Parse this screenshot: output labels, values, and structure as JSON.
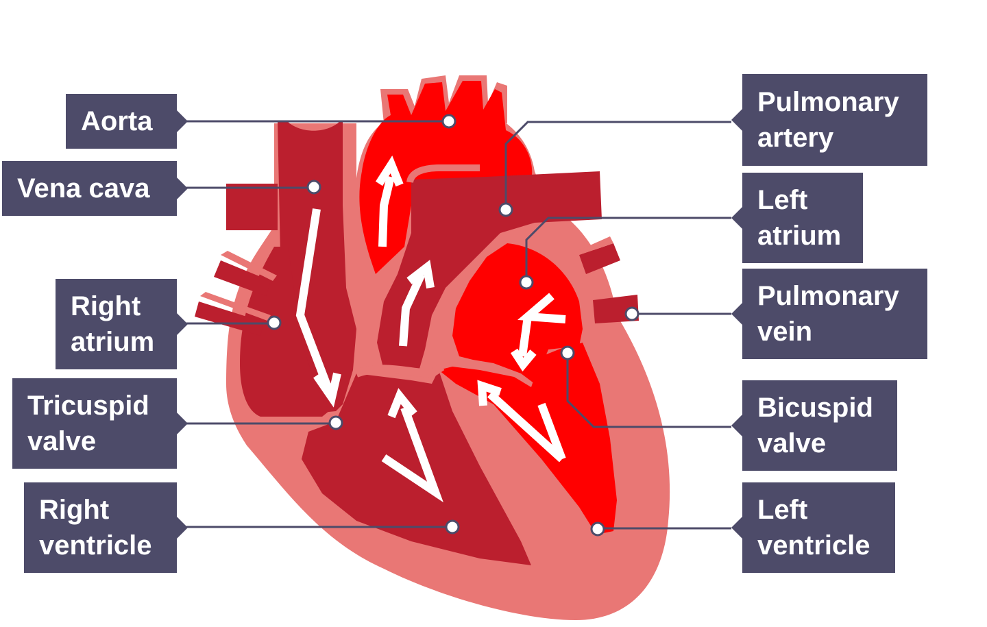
{
  "labels": {
    "aorta": [
      "Aorta"
    ],
    "vena_cava": [
      "Vena cava"
    ],
    "right_atrium": [
      "Right",
      "atrium"
    ],
    "tricuspid_valve": [
      "Tricuspid",
      "valve"
    ],
    "right_ventricle": [
      "Right",
      "ventricle"
    ],
    "pulmonary_artery": [
      "Pulmonary",
      "artery"
    ],
    "left_atrium": [
      "Left",
      "atrium"
    ],
    "pulmonary_vein": [
      "Pulmonary",
      "vein"
    ],
    "bicuspid_valve": [
      "Bicuspid",
      "valve"
    ],
    "left_ventricle": [
      "Left",
      "ventricle"
    ]
  },
  "colors": {
    "label_bg": "#4d4b69",
    "label_text": "#ffffff",
    "leader_line": "#4d4b69",
    "outer_wall": "#e97775",
    "deoxygenated": "#bb1f2e",
    "oxygenated": "#ff0000",
    "arrow": "#ffffff"
  }
}
